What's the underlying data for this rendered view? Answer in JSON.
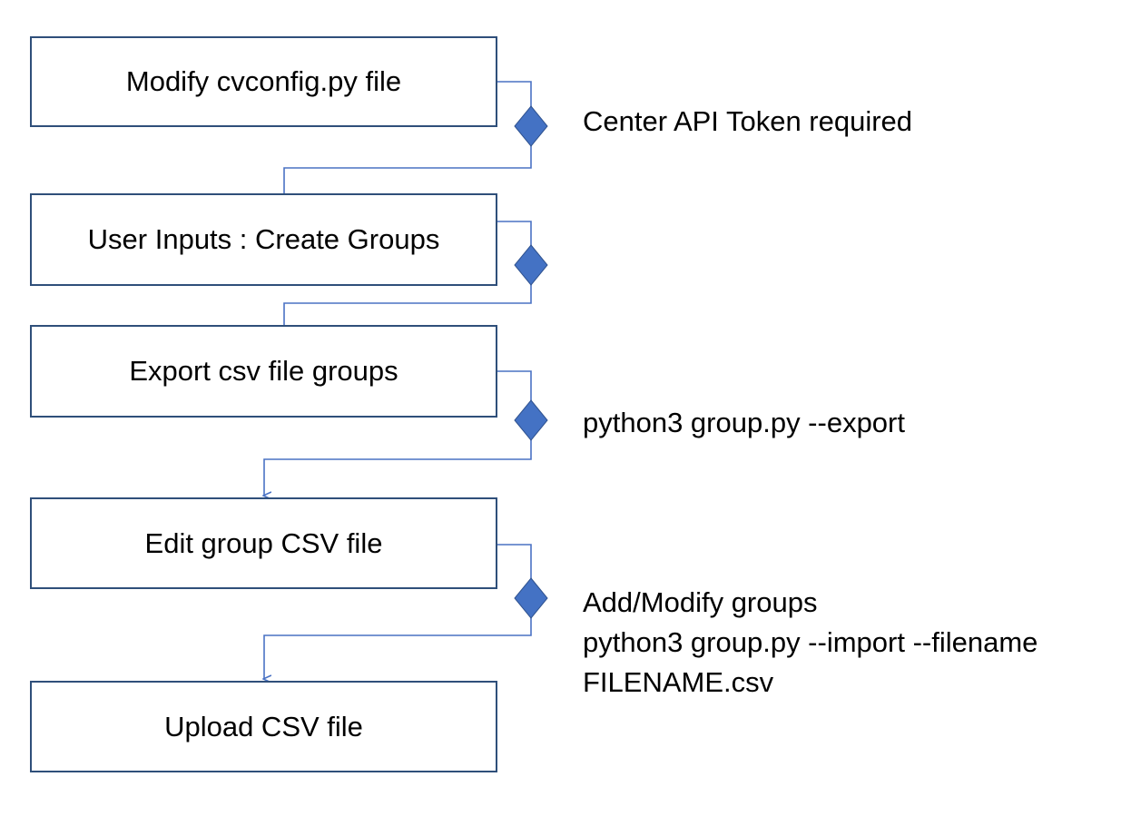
{
  "colors": {
    "box_border": "#2f4f7a",
    "connector": "#4a72c4",
    "diamond": "#4472c4"
  },
  "steps": [
    {
      "label": "Modify cvconfig.py file"
    },
    {
      "label": "User Inputs : Create Groups"
    },
    {
      "label": "Export csv file groups"
    },
    {
      "label": "Edit group CSV file"
    },
    {
      "label": "Upload CSV file"
    }
  ],
  "notes": [
    {
      "lines": [
        "Center API Token required"
      ]
    },
    {
      "lines": []
    },
    {
      "lines": [
        "python3 group.py --export"
      ]
    },
    {
      "lines": [
        "Add/Modify groups",
        "python3 group.py --import --filename",
        "FILENAME.csv"
      ]
    }
  ]
}
